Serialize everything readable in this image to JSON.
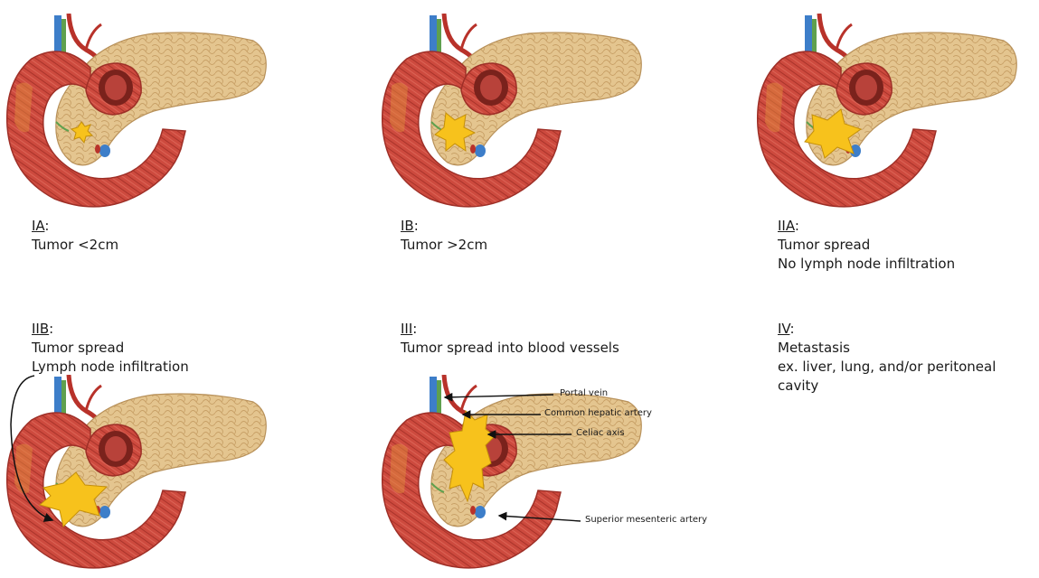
{
  "stages": [
    {
      "id": "ia",
      "stage": "IA",
      "lines": [
        "Tumor <2cm"
      ]
    },
    {
      "id": "ib",
      "stage": "IB",
      "lines": [
        "Tumor >2cm"
      ]
    },
    {
      "id": "iia",
      "stage": "IIA",
      "lines": [
        "Tumor spread",
        "No lymph node infiltration"
      ]
    },
    {
      "id": "iib",
      "stage": "IIB",
      "lines": [
        "Tumor spread",
        "Lymph node infiltration"
      ]
    },
    {
      "id": "iii",
      "stage": "III",
      "lines": [
        "Tumor spread into blood vessels"
      ]
    },
    {
      "id": "iv",
      "stage": "IV",
      "lines": [
        "Metastasis",
        "ex. liver, lung, and/or peritoneal",
        "cavity"
      ]
    }
  ],
  "callouts": {
    "portal_vein": "Portal vein",
    "common_hepatic_artery": "Common hepatic artery",
    "celiac_axis": "Celiac axis",
    "superior_mesenteric_artery": "Superior mesenteric artery"
  },
  "colors": {
    "duodenum": "#c9463b",
    "duodenum_dark": "#9e2f27",
    "pancreas": "#e2c08a",
    "pancreas_edge": "#b8915a",
    "tumor": "#f7c21c",
    "tumor_edge": "#c48f0a",
    "vein": "#3d7ec9",
    "artery": "#b8322a"
  }
}
